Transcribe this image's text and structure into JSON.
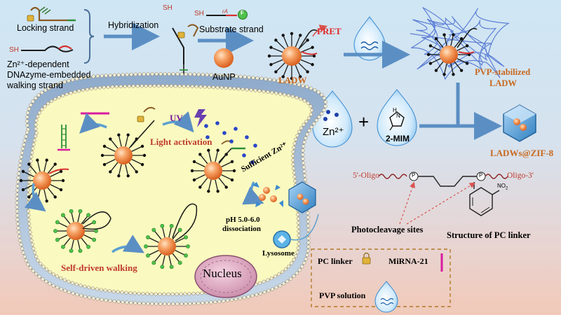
{
  "top": {
    "locking_strand": "Locking strand",
    "walking_strand_lines": [
      "Zn²⁺-dependent",
      "DNAzyme-embedded",
      "walking strand"
    ],
    "hybridization": "Hybridization",
    "substrate_strand": "Substrate strand",
    "sh1": "SH",
    "sh2": "SH",
    "sh3": "SH",
    "ra": "rA",
    "f": "F",
    "aunp": "AuNP",
    "ladw": "LADW",
    "fret": "FRET",
    "pvp_stabilized": [
      "PVP-stabilized",
      "LADW"
    ]
  },
  "reagents": {
    "zn": "Zn²⁺",
    "plus": "+",
    "mim": "2-MIM",
    "h": "H",
    "n": "N",
    "product": "LADWs@ZIF-8"
  },
  "cell": {
    "uv": "UV",
    "light_activation": "Light activation",
    "sufficient_zn": "Sufficient Zn²⁺",
    "ph_lines": [
      "pH 5.0-6.0",
      "dissociation"
    ],
    "lysosome": "Lysosome",
    "self_driven": "Self-driven walking",
    "nucleus": "Nucleus"
  },
  "linker": {
    "oligo5": "5'-Oligo",
    "oligo3": "Oligo-3'",
    "p": "P",
    "no2": "NO",
    "no2_sub": "2",
    "photocleavage": "Photocleavage sites",
    "structure": "Structure of PC linker"
  },
  "legend": {
    "pc_linker": "PC linker",
    "mirna": "MiRNA-21",
    "pvp": "PVP solution"
  },
  "colors": {
    "arrow": "#5b8fc4",
    "aunp": "#f08a3c",
    "label_red": "#c0392b",
    "label_orange": "#c8681e",
    "cell_fill": "#fafac0",
    "mirna": "#d81b9f"
  }
}
